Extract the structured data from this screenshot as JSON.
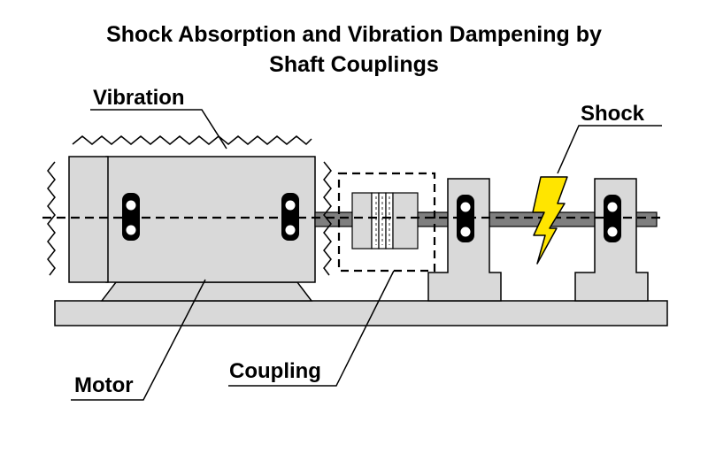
{
  "title": {
    "line1": "Shock Absorption and Vibration Dampening by",
    "line2": "Shaft Couplings"
  },
  "labels": {
    "vibration": "Vibration",
    "shock": "Shock",
    "motor": "Motor",
    "coupling": "Coupling"
  },
  "colors": {
    "body_fill": "#d9d9d9",
    "shaft_fill": "#7f7f7f",
    "bolt_fill": "#000000",
    "shock_bolt": "#ffe500",
    "stroke": "#000000"
  }
}
